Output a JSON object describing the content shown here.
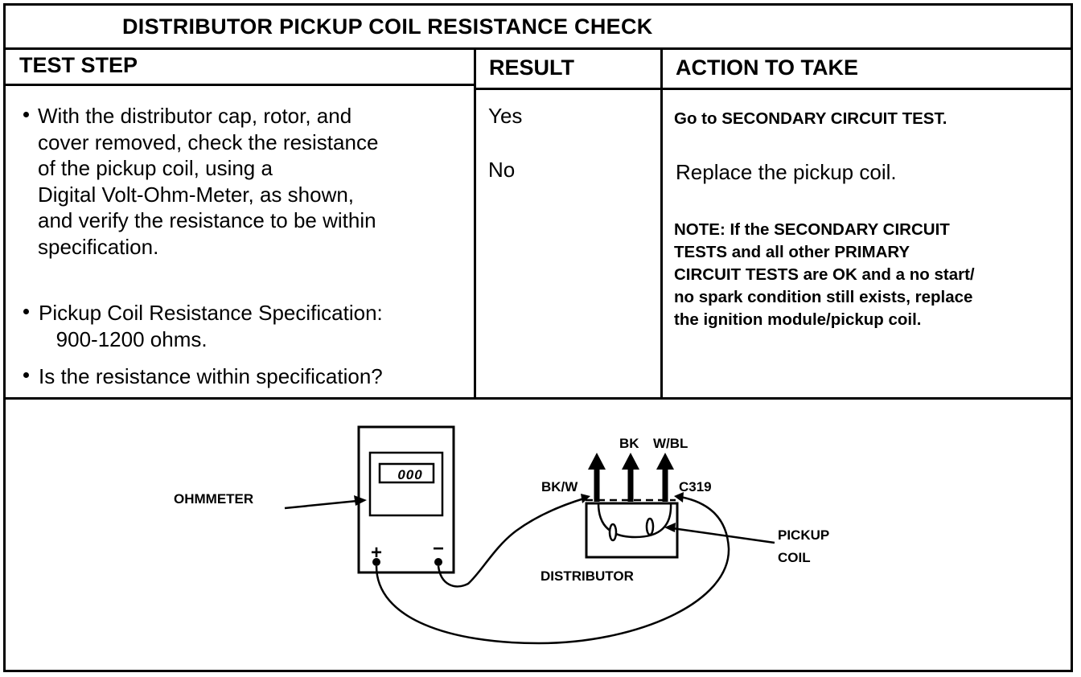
{
  "title": "DISTRIBUTOR PICKUP COIL RESISTANCE CHECK",
  "columns": {
    "test_step": "TEST STEP",
    "result": "RESULT",
    "action": "ACTION TO TAKE"
  },
  "test_steps": {
    "step1": "With the distributor cap, rotor, and\ncover removed, check the resistance\nof the pickup coil, using a\nDigital Volt-Ohm-Meter, as shown,\nand verify the resistance to be within\nspecification.",
    "step2": "Pickup Coil Resistance Specification:\n   900-1200 ohms.",
    "step3": "Is the resistance within specification?"
  },
  "results": {
    "yes": "Yes",
    "no": "No"
  },
  "actions": {
    "yes_action": "Go to SECONDARY CIRCUIT TEST.",
    "no_action": "Replace the pickup coil.",
    "note": "NOTE: If the SECONDARY CIRCUIT\nTESTS and all other PRIMARY\nCIRCUIT TESTS are OK and a no start/\nno spark condition still exists, replace\nthe ignition module/pickup coil."
  },
  "diagram": {
    "ohmmeter_label": "OHMMETER",
    "display_reading": "000",
    "plus_sign": "+",
    "minus_sign": "−",
    "wire_bk": "BK",
    "wire_wbl": "W/BL",
    "wire_bkw": "BK/W",
    "connector": "C319",
    "pickup_label_1": "PICKUP",
    "pickup_label_2": "COIL",
    "distributor_label": "DISTRIBUTOR"
  }
}
